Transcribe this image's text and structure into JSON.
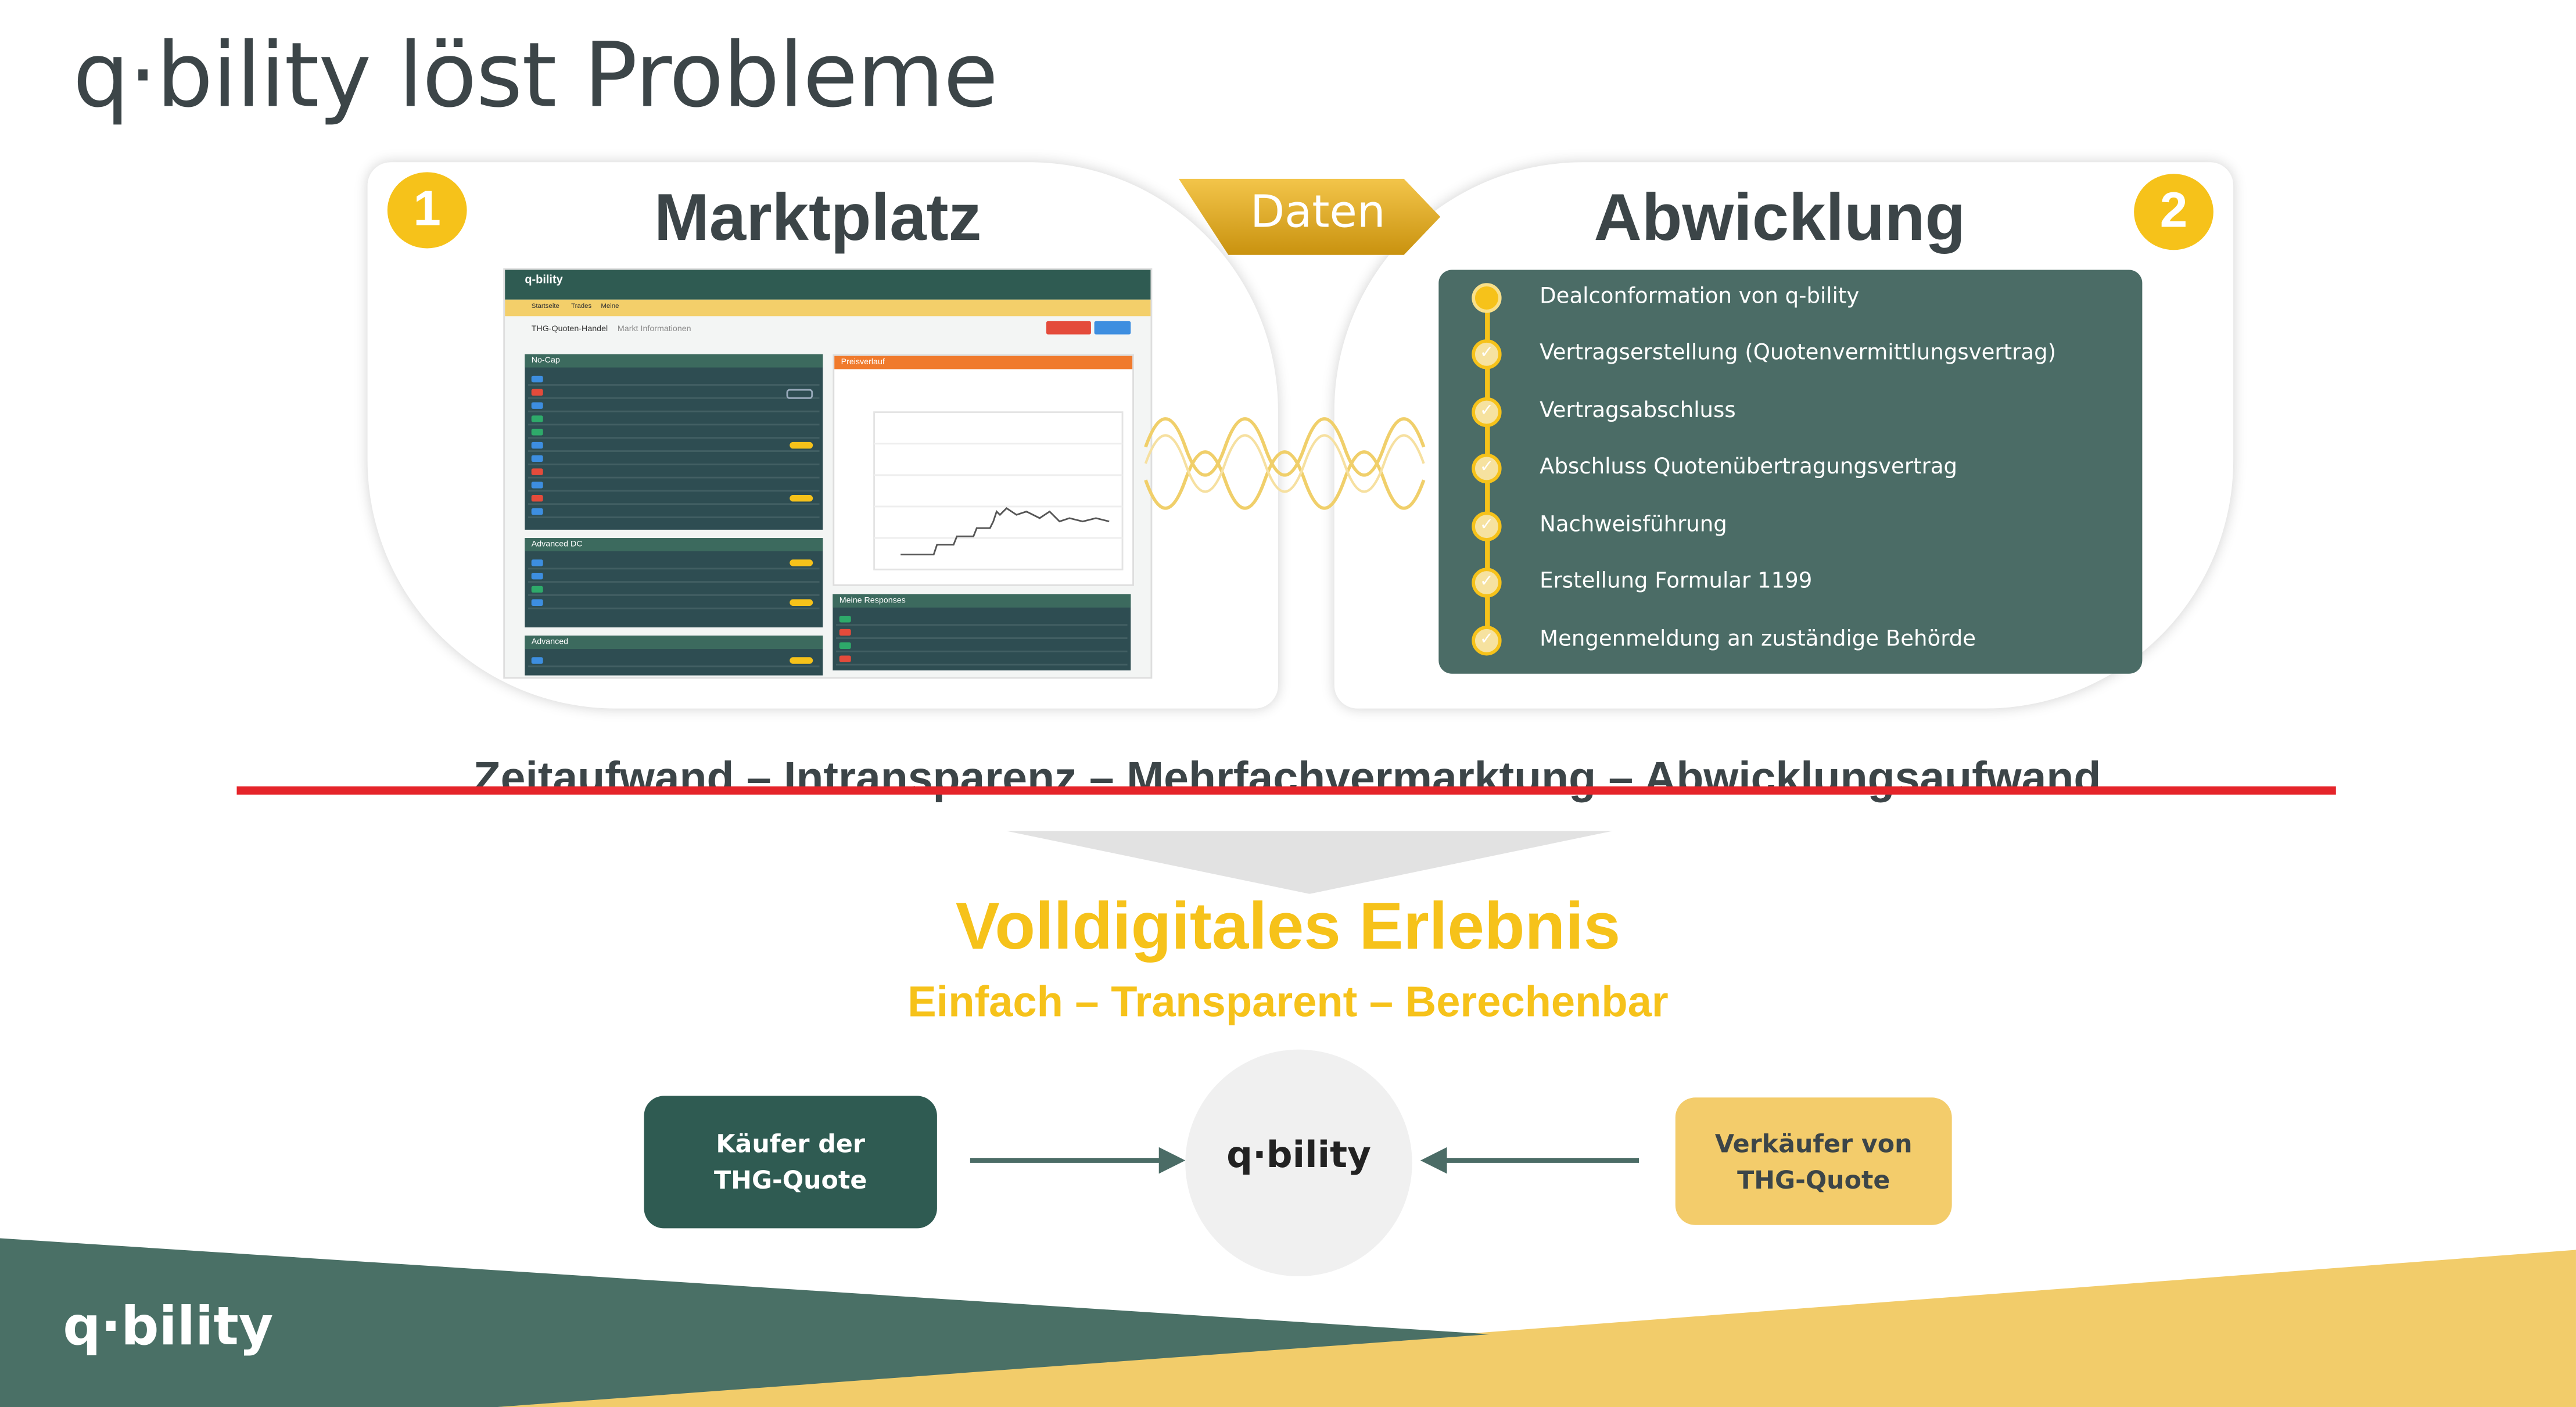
{
  "page": {
    "title": "q·bility löst Probleme"
  },
  "marktplatz": {
    "badge": "1",
    "heading": "Marktplatz",
    "mock": {
      "brand": "q-bility",
      "nav": [
        "Startseite",
        "Trades",
        "Meine"
      ],
      "tabs": [
        "THG-Quoten-Handel",
        "Markt Informationen"
      ],
      "boxes": [
        "No-Cap",
        "Advanced DC",
        "Advanced",
        "Preisverlauf",
        "Meine Responses"
      ]
    }
  },
  "connector": {
    "label": "Daten"
  },
  "abwicklung": {
    "badge": "2",
    "heading": "Abwicklung",
    "steps": [
      "Dealconformation von q-bility",
      "Vertragserstellung (Quotenvermittlungsvertrag)",
      "Vertragsabschluss",
      "Abschluss Quotenübertragungsvertrag",
      "Nachweisführung",
      "Erstellung Formular 1199",
      "Mengenmeldung an zuständige Behörde"
    ]
  },
  "problems": {
    "text": "Zeitaufwand – Intransparenz – Mehrfachvermarktung – Abwicklungsaufwand"
  },
  "solution": {
    "headline": "Volldigitales Erlebnis",
    "subline": "Einfach – Transparent – Berechenbar"
  },
  "flow": {
    "buyer_line1": "Käufer der",
    "buyer_line2": "THG-Quote",
    "center": "q·bility",
    "seller_line1": "Verkäufer von",
    "seller_line2": "THG-Quote"
  },
  "footer": {
    "logo": "q·bility"
  },
  "colors": {
    "dark_green": "#2f5b52",
    "step_green": "#4b6c66",
    "yellow": "#f6c21a",
    "light_yellow": "#f3cc6b",
    "strike_red": "#e5242a",
    "title_gray": "#3c4548"
  }
}
